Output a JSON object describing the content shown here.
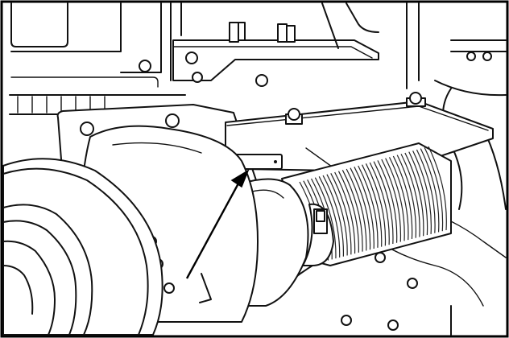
{
  "figure": {
    "subject": "turbocharger-intake-assembly",
    "frame_color": "#000000",
    "background_color": "#ffffff",
    "line_color": "#111111"
  },
  "callout": {
    "target": "nameplate-on-heat-shield",
    "style": "arrow"
  },
  "icons": {
    "bolt": "bolt-icon",
    "nut": "nut-icon",
    "arrow": "callout-arrow-icon"
  }
}
